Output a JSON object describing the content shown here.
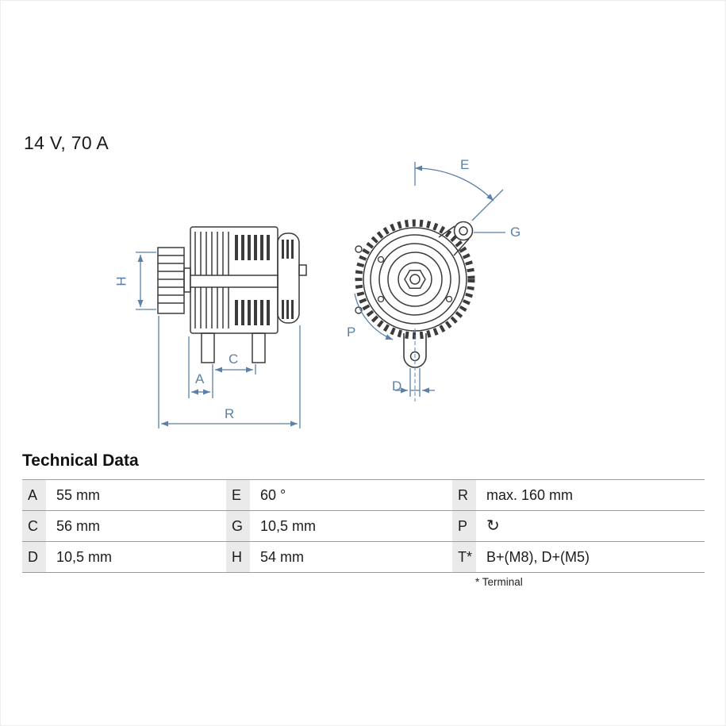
{
  "page": {
    "spec_label": "14 V, 70 A"
  },
  "diagram": {
    "accent_color": "#5b81a8",
    "line_color": "#3b3b3b",
    "labels": {
      "H": "H",
      "A": "A",
      "C": "C",
      "R": "R",
      "E": "E",
      "G": "G",
      "P": "P",
      "D": "D"
    }
  },
  "technical_data": {
    "title": "Technical Data",
    "rows": [
      [
        {
          "key": "A",
          "value": "55 mm"
        },
        {
          "key": "E",
          "value": "60 °"
        },
        {
          "key": "R",
          "value": "max. 160 mm"
        }
      ],
      [
        {
          "key": "C",
          "value": "56 mm"
        },
        {
          "key": "G",
          "value": "10,5 mm"
        },
        {
          "key": "P",
          "value": "↻",
          "icon": "rotation-direction-icon"
        }
      ],
      [
        {
          "key": "D",
          "value": "10,5 mm"
        },
        {
          "key": "H",
          "value": "54 mm"
        },
        {
          "key": "T*",
          "value": "B+(M8), D+(M5)"
        }
      ]
    ],
    "footnote": "* Terminal"
  }
}
